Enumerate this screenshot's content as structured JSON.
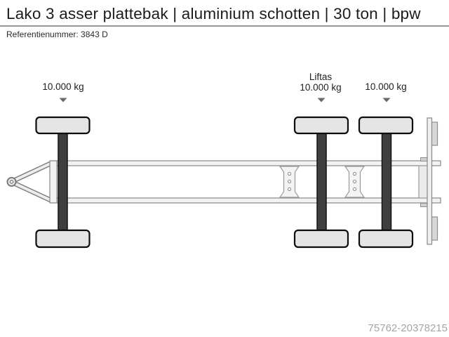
{
  "header": {
    "title": "Lako 3 asser plattebak | aluminium schotten | 30 ton | bpw",
    "reference": "Referentienummer: 3843 D"
  },
  "diagram": {
    "type": "trailer-top-view-axle-load-schematic",
    "axle_count": 3,
    "axles": [
      {
        "id": 1,
        "lift_label": "",
        "load_label": "10.000 kg"
      },
      {
        "id": 2,
        "lift_label": "Liftas",
        "load_label": "10.000 kg"
      },
      {
        "id": 3,
        "lift_label": "",
        "load_label": "10.000 kg"
      }
    ],
    "colors": {
      "tire_fill": "#e5e5e5",
      "tire_stroke": "#0d0d0d",
      "axle_bar_fill": "#3f3f3f",
      "chassis_fill": "#f2f2f2",
      "chassis_stroke": "#888888",
      "arrow": "#6a6a6a",
      "divider": "#989898",
      "watermark_text": "#a5a5a5"
    }
  },
  "footer": {
    "listing_id": "75762-20378215"
  }
}
